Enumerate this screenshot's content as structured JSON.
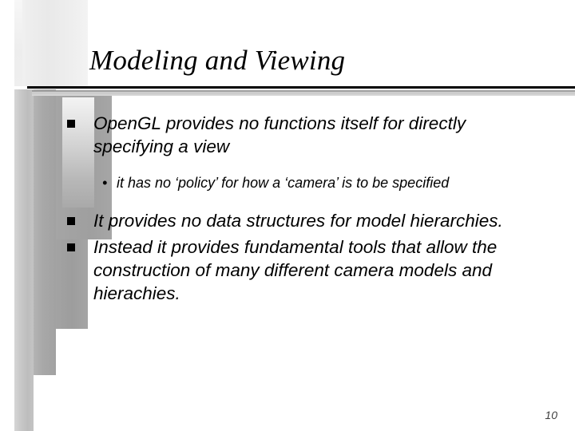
{
  "slide": {
    "title": "Modeling and Viewing",
    "page_number": "10",
    "accent_color": "#000000",
    "background_color": "#ffffff",
    "decoration_color": "#a3a3a3"
  },
  "body": {
    "bullets": [
      {
        "level": 1,
        "marker": "square",
        "text": "OpenGL provides no functions itself for directly specifying a view"
      },
      {
        "level": 2,
        "marker": "•",
        "text": "it has no ‘policy’ for how a ‘camera’ is to be specified"
      },
      {
        "level": 1,
        "marker": "square",
        "text": "It provides no data structures for model hierarchies."
      },
      {
        "level": 1,
        "marker": "square",
        "text": "Instead it provides fundamental tools that allow the construction of many different camera models and hierachies."
      }
    ]
  }
}
